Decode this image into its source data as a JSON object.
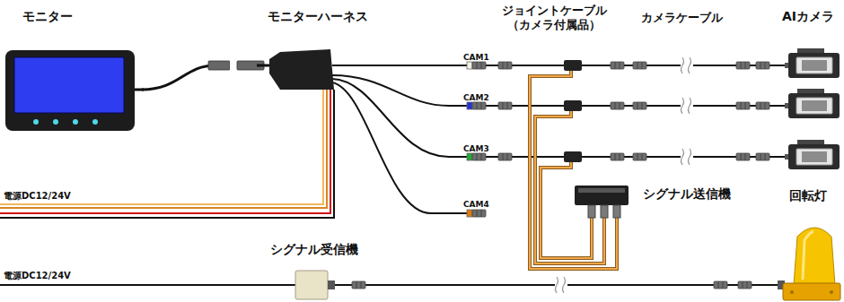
{
  "diagram": {
    "nodes": [
      {
        "text": [
          "モニター"
        ]
      },
      {
        "text": [
          "モニターハーネス"
        ]
      },
      {
        "text": [
          "AIカメラ"
        ]
      },
      {
        "text": [
          "シグナル送信機"
        ]
      },
      {
        "text": [
          "回転灯"
        ]
      },
      {
        "text": [
          "シグナル受信機"
        ]
      }
    ],
    "edges": [
      {
        "from": 0,
        "to": 1,
        "arrow": "none"
      },
      {
        "from": 1,
        "to": 2,
        "arrow": "none"
      },
      {
        "from": 5,
        "to": 4,
        "arrow": "none"
      }
    ],
    "labels": [
      "ジョイントケーブル （カメラ付属品）",
      "カメラケーブル",
      "CAM1",
      "CAM2",
      "CAM3",
      "電源DC12/24V",
      "CAM4",
      "電源DC12/24V"
    ]
  }
}
